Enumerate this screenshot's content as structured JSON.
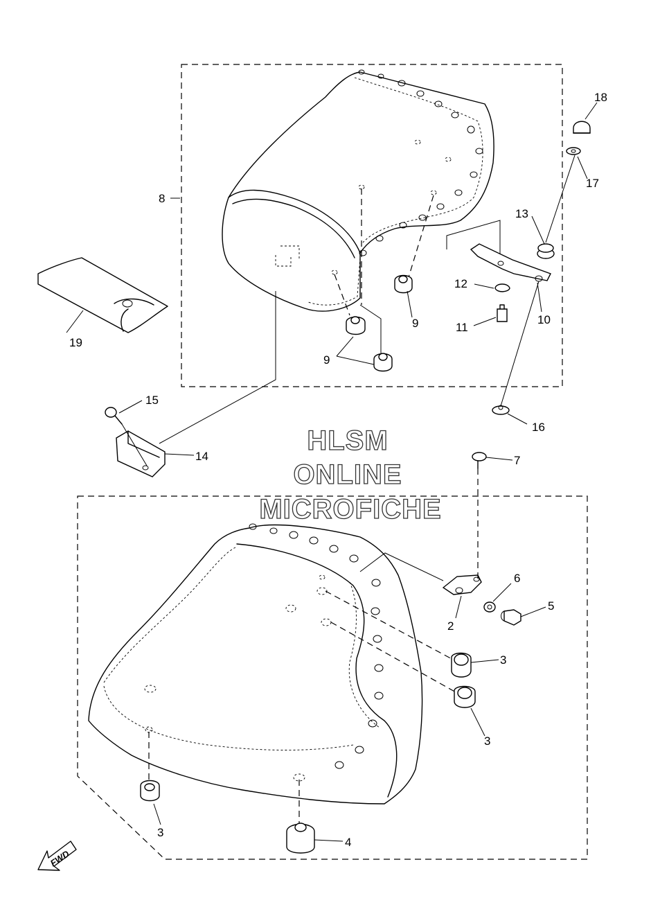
{
  "watermark": {
    "line1": "HLSM",
    "line2": "ONLINE",
    "line3": "MICROFICHE"
  },
  "fwd_label": "FWD",
  "callouts": {
    "c2": "2",
    "c3a": "3",
    "c3b": "3",
    "c3c": "3",
    "c4": "4",
    "c5": "5",
    "c6": "6",
    "c7": "7",
    "c8": "8",
    "c9a": "9",
    "c9b": "9",
    "c10": "10",
    "c11": "11",
    "c12": "12",
    "c13": "13",
    "c14": "14",
    "c15": "15",
    "c16": "16",
    "c17": "17",
    "c18": "18",
    "c19": "19"
  },
  "icons": {
    "fwd": "fwd-arrow-icon"
  }
}
